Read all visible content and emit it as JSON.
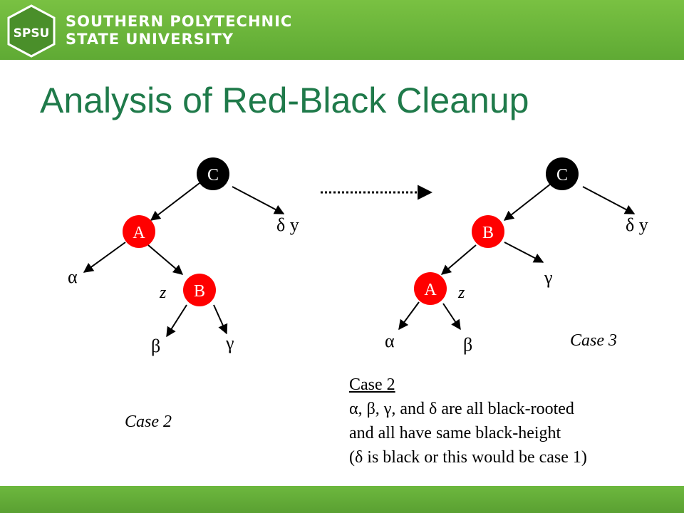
{
  "header": {
    "logo_mark": "SPSU",
    "logo_line1": "SOUTHERN POLYTECHNIC",
    "logo_line2": "STATE UNIVERSITY"
  },
  "title": "Analysis of Red-Black Cleanup",
  "colors": {
    "red_node": "#ff0000",
    "black_node": "#000000",
    "title": "#1f7a4a",
    "banner": "#6cb63c"
  },
  "left_tree": {
    "nodes": {
      "C": "C",
      "A": "A",
      "B": "B"
    },
    "labels": {
      "delta_y": "δ y",
      "alpha": "α",
      "z": "z",
      "beta": "β",
      "gamma": "γ"
    },
    "caption": "Case 2"
  },
  "right_tree": {
    "nodes": {
      "C": "C",
      "B": "B",
      "A": "A"
    },
    "labels": {
      "delta_y": "δ y",
      "gamma": "γ",
      "z": "z",
      "alpha": "α",
      "beta": "β"
    },
    "caption": "Case 3"
  },
  "notes": {
    "heading": "Case 2",
    "line1": "α, β, γ, and δ are all black-rooted",
    "line2": "and all have same black-height",
    "line3": "(δ is black or this would be case 1)"
  }
}
